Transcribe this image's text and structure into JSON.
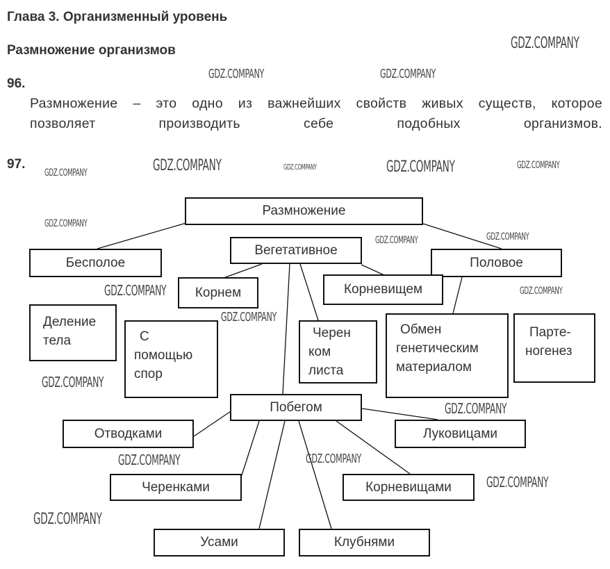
{
  "chapter_title": "Глава 3. Организменный уровень",
  "section_title": "Размножение организмов",
  "task96": {
    "number": "96.",
    "line1": "Размножение – это одно из важнейших свойств живых существ, которое",
    "line2": "позволяет производить себе подобных организмов."
  },
  "task97": {
    "number": "97.",
    "diagram": {
      "root": "Размножение",
      "asexual": "Бесполое",
      "vegetative": "Вегетативное",
      "sexual": "Половое",
      "by_root": "Корнем",
      "by_rhizome": "Корневищем",
      "division": [
        "Деление",
        "тела"
      ],
      "spores": [
        "С",
        "помощью",
        "спор"
      ],
      "leaf_cutting": [
        "Черен",
        "ком",
        "листа"
      ],
      "exchange": [
        "Обмен",
        "генетическим",
        "материалом"
      ],
      "parthenogenesis": [
        "Парте-",
        "ногенез"
      ],
      "by_shoot": "Побегом",
      "layering": "Отводками",
      "bulbs": "Луковицами",
      "cuttings": "Черенками",
      "rhizomes": "Корневищами",
      "runners": "Усами",
      "tubers": "Клубнями"
    }
  },
  "watermark": "GDZ.COMPANY"
}
